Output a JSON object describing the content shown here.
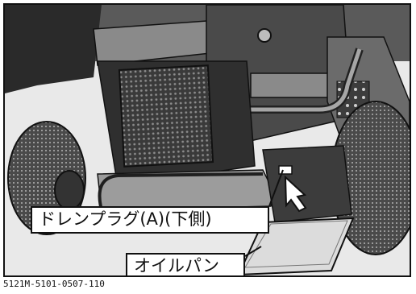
{
  "figure": {
    "labels": {
      "drain_plug": "ドレンプラグ(A)(下側)",
      "oil_pan": "オイルパン"
    },
    "caption": "5121M-5101-0507-110",
    "colors": {
      "background": "#e9e9e9",
      "dark_part": "#2a2a2a",
      "mid_part": "#5a5a5a",
      "light_part": "#c8c8c8",
      "pan_fill": "#dcdcdc",
      "arrow": "#ffffff"
    }
  }
}
